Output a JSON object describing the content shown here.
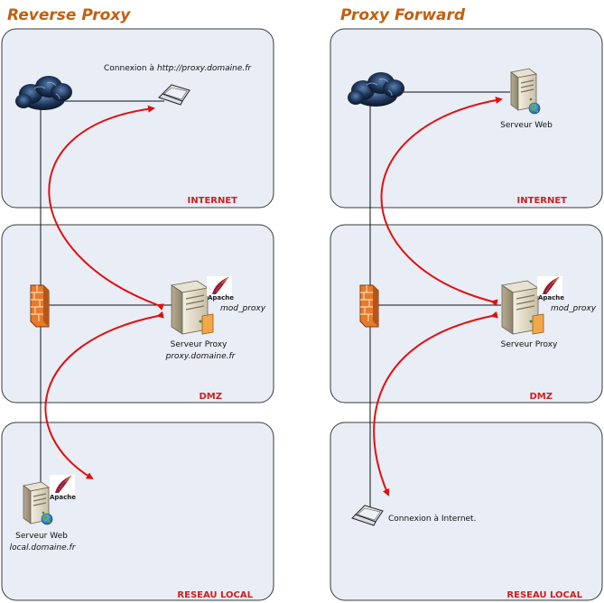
{
  "panels": {
    "left": {
      "title": "Reverse Proxy",
      "internet": {
        "zone_label": "INTERNET",
        "client_label_prefix": "Connexion à ",
        "client_label_url": "http://proxy.domaine.fr"
      },
      "dmz": {
        "zone_label": "DMZ",
        "module_label": "mod_proxy",
        "server_label": "Serveur Proxy",
        "server_host": "proxy.domaine.fr",
        "apache_label": "Apache"
      },
      "local": {
        "zone_label": "RESEAU LOCAL",
        "server_label": "Serveur Web",
        "server_host": "local.domaine.fr",
        "apache_label": "Apache"
      }
    },
    "right": {
      "title": "Proxy Forward",
      "internet": {
        "zone_label": "INTERNET",
        "server_label": "Serveur Web"
      },
      "dmz": {
        "zone_label": "DMZ",
        "module_label": "mod_proxy",
        "server_label": "Serveur Proxy",
        "apache_label": "Apache"
      },
      "local": {
        "zone_label": "RESEAU LOCAL",
        "client_label": "Connexion à Internet."
      }
    }
  },
  "colors": {
    "title": "#c06010",
    "zone_fill": "#e8edf6",
    "zone_label": "#cc2020",
    "arrow": "#e01010"
  },
  "icons": [
    "cloud-icon",
    "laptop-icon",
    "firewall-icon",
    "server-icon",
    "apache-feather-icon",
    "globe-icon"
  ]
}
